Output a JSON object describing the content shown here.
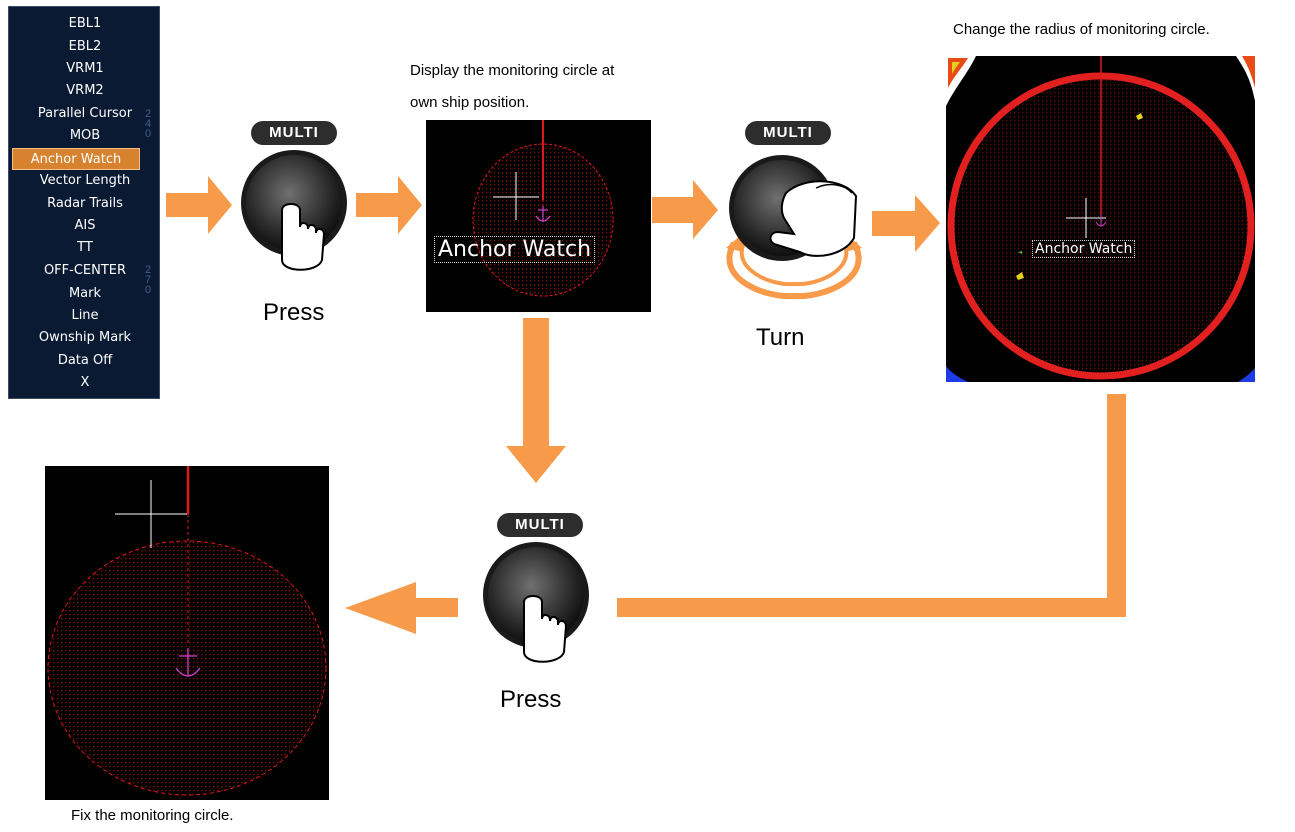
{
  "menu": {
    "items": [
      "EBL1",
      "EBL2",
      "VRM1",
      "VRM2",
      "Parallel Cursor",
      "MOB",
      "Anchor Watch",
      "Vector Length",
      "Radar Trails",
      "AIS",
      "TT",
      "OFF-CENTER",
      "Mark",
      "Line",
      "Ownship Mark",
      "Data Off",
      "X"
    ],
    "selected": "Anchor Watch",
    "scale_ticks": [
      "240",
      "270"
    ]
  },
  "knobs": {
    "badge": "MULTI"
  },
  "steps": {
    "press1_label": "Press",
    "turn_label": "Turn",
    "press2_label": "Press"
  },
  "captions": {
    "display_circle_line1": "Display the monitoring circle at",
    "display_circle_line2": "own ship position.",
    "change_radius": "Change the radius of monitoring circle.",
    "fix_circle": "Fix the monitoring circle."
  },
  "screens": {
    "overlay_label": "Anchor Watch"
  },
  "colors": {
    "arrow": "#f79a4a",
    "circle": "#e01818",
    "anchor": "#d040d0",
    "menu_bg": "#0b1a33",
    "menu_selected": "#d7822e"
  }
}
